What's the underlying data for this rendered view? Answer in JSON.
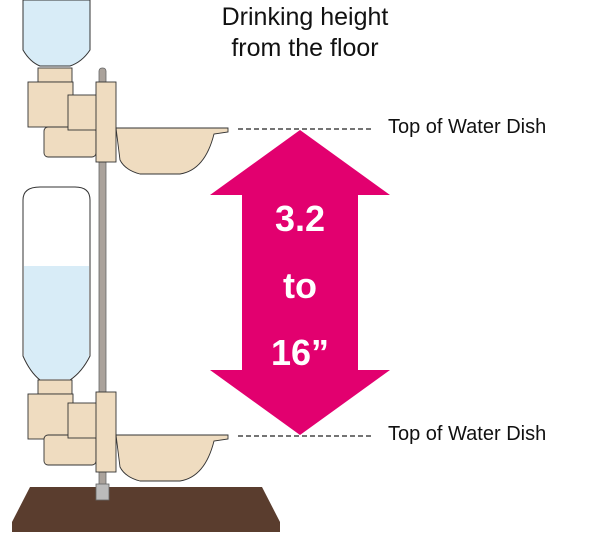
{
  "title_line1": "Drinking height",
  "title_line2": "from the floor",
  "label_top": "Top of Water Dish",
  "label_bottom": "Top of Water Dish",
  "range": {
    "from": "3.2",
    "to_word": "to",
    "to": "16”"
  },
  "colors": {
    "arrow": "#e2006f",
    "feeder": "#efdcc0",
    "pole": "#aaa29b",
    "base": "#5a3d2e",
    "water": "#d8ecf7"
  }
}
